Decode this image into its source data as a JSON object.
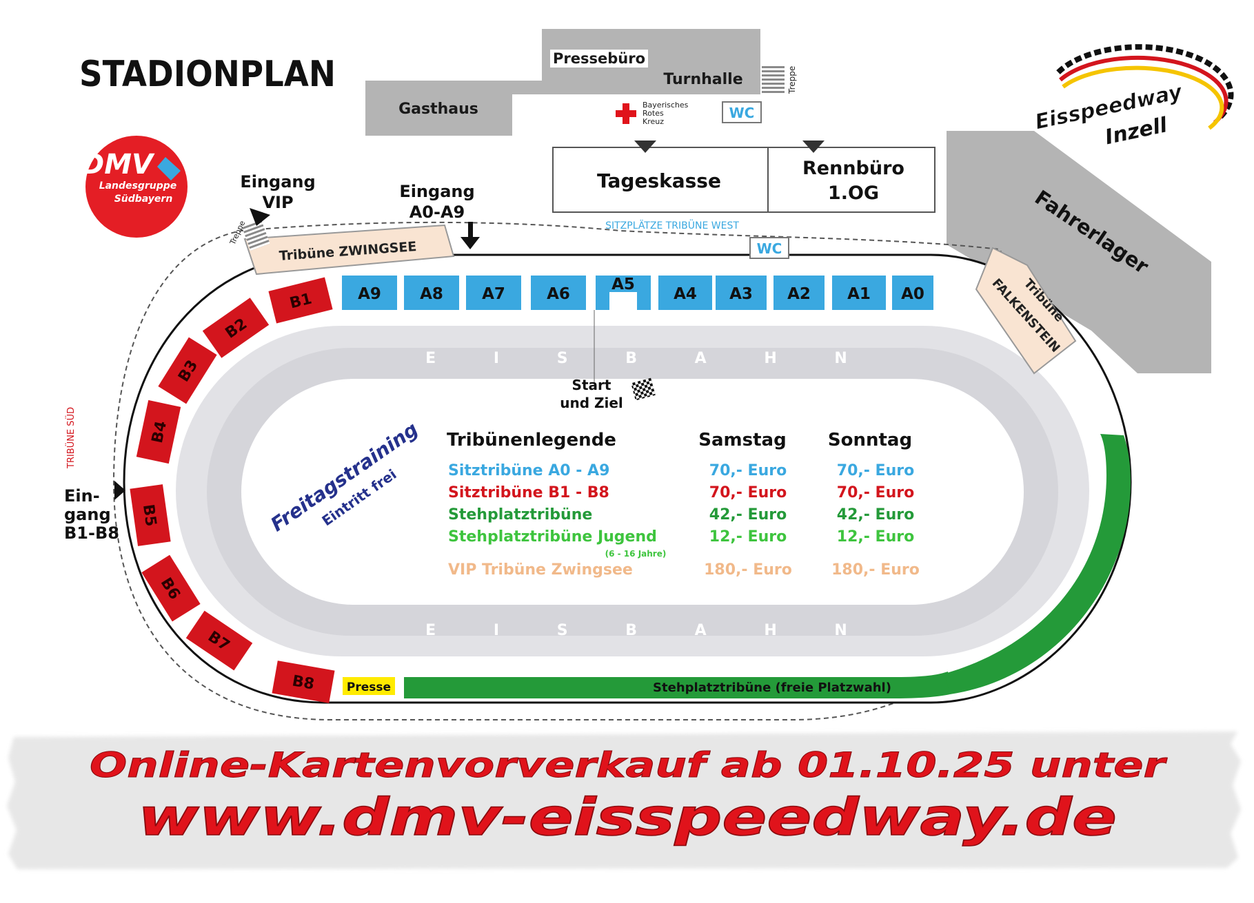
{
  "title": "STADIONPLAN",
  "dmv_logo": {
    "main": "DMV",
    "sub1": "Landesgruppe",
    "sub2": "Südbayern"
  },
  "event_logo": {
    "line1": "Eisspeedway",
    "line2": "Inzell"
  },
  "buildings": {
    "gasthaus": "Gasthaus",
    "pressebuero": "Pressebüro",
    "turnhalle": "Turnhalle",
    "treppe_top": "Treppe",
    "treppe_vip": "Treppe",
    "brk": [
      "Bayerisches",
      "Rotes",
      "Kreuz"
    ],
    "wc_top": "WC",
    "wc_track": "WC",
    "tageskasse": "Tageskasse",
    "rennbuero_1": "Rennbüro",
    "rennbuero_2": "1.OG",
    "fahrerlager": "Fahrerlager"
  },
  "labels": {
    "sitzplaetze_west": "SITZPLÄTZE TRIBÜNE WEST",
    "tribuene_sued": "TRIBÜNE SÜD",
    "tribuene_zwingsee": "Tribüne ZWINGSEE",
    "falkenstein_1": "Tribüne",
    "falkenstein_2": "FALKENSTEIN",
    "eingang_vip_1": "Eingang",
    "eingang_vip_2": "VIP",
    "eingang_a_1": "Eingang",
    "eingang_a_2": "A0-A9",
    "eingang_b_1": "Ein-",
    "eingang_b_2": "gang",
    "eingang_b_3": "B1-B8",
    "start_1": "Start",
    "start_2": "und Ziel",
    "eisbahn": "E I S B A H N",
    "presse": "Presse",
    "stehplatz": "Stehplatztribüne (freie Platzwahl)",
    "freitag_1": "Freitagstraining",
    "freitag_2": "Eintritt frei"
  },
  "sections_a": [
    "A9",
    "A8",
    "A7",
    "A6",
    "A5",
    "A4",
    "A3",
    "A2",
    "A1",
    "A0"
  ],
  "sections_b": [
    "B1",
    "B2",
    "B3",
    "B4",
    "B5",
    "B6",
    "B7",
    "B8"
  ],
  "legend": {
    "title": "Tribünenlegende",
    "col_sat": "Samstag",
    "col_sun": "Sonntag",
    "rows": [
      {
        "label": "Sitztribüne A0 - A9",
        "sat": "70,- Euro",
        "sun": "70,- Euro",
        "color": "#3aa8e0"
      },
      {
        "label": "Sitztribüne B1 - B8",
        "sat": "70,- Euro",
        "sun": "70,- Euro",
        "color": "#d3151d"
      },
      {
        "label": "Stehplatztribüne",
        "sat": "42,- Euro",
        "sun": "42,- Euro",
        "color": "#249a39"
      },
      {
        "label": "Stehplatztribüne Jugend",
        "sat": "12,- Euro",
        "sun": "12,- Euro",
        "color": "#3ec43e"
      },
      {
        "label": "VIP Tribüne Zwingsee",
        "sat": "180,- Euro",
        "sun": "180,- Euro",
        "color": "#f1b98a"
      }
    ],
    "jugend_note": "(6 - 16 Jahre)"
  },
  "banner": {
    "line1": "Online-Kartenvorverkauf ab 01.10.25 unter",
    "line2": "www.dmv-eisspeedway.de"
  },
  "colors": {
    "blue": "#3aa8e0",
    "red": "#d3151d",
    "green": "#249a39",
    "vip": "#f9e4d2",
    "building": "#b4b4b4",
    "navy": "#25318c",
    "presse": "#ffeb00"
  }
}
